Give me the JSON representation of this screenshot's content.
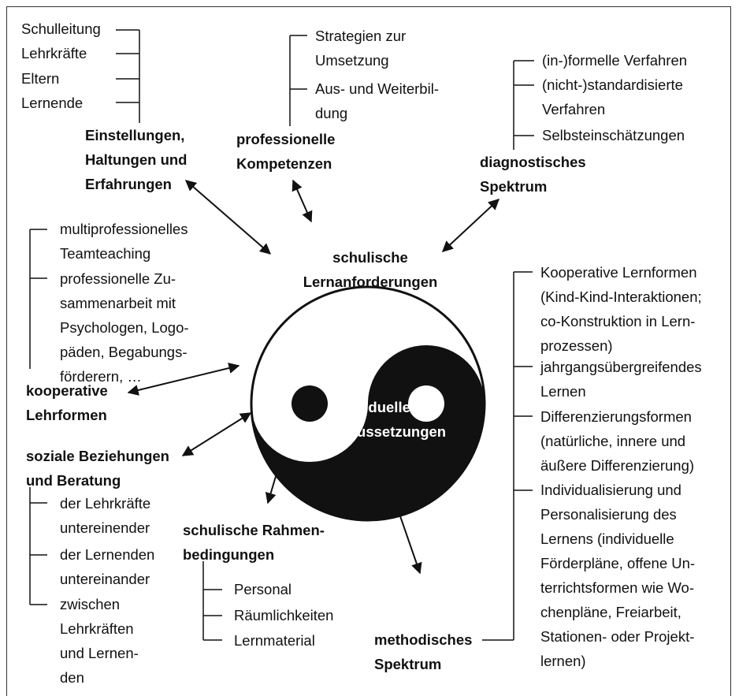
{
  "center": {
    "top_label": "schulische\nLernanforderungen",
    "bottom_label": "individuelle\nLernvoraussetzungen"
  },
  "einstellungen": {
    "items": [
      "Schulleitung",
      "Lehrkräfte",
      "Eltern",
      "Lernende"
    ],
    "title": "Einstellungen,\nHaltungen und\nErfahrungen"
  },
  "kompetenzen": {
    "items": [
      "Strategien zur\nUmsetzung",
      "Aus- und Weiterbil-\ndung"
    ],
    "title": "professionelle\nKompetenzen"
  },
  "diagnostik": {
    "items": [
      "(in-)formelle Verfahren",
      "(nicht-)standardisierte\nVerfahren",
      "Selbsteinschätzungen"
    ],
    "title": "diagnostisches\nSpektrum"
  },
  "lehrformen": {
    "items": [
      "multiprofessionelles\nTeamteaching",
      "professionelle Zu-\nsammenarbeit mit\nPsychologen, Logo-\npäden, Begabungs-\nförderern, …"
    ],
    "title": "kooperative\nLehrformen"
  },
  "beziehungen": {
    "title": "soziale Beziehungen\nund Beratung",
    "items": [
      "der Lehrkräfte\nuntereinender",
      "der Lernenden\nuntereinander",
      "zwischen\nLehrkräften\nund Lernen-\nden"
    ]
  },
  "rahmen": {
    "title": "schulische Rahmen-\nbedingungen",
    "items": [
      "Personal",
      "Räumlichkeiten",
      "Lernmaterial"
    ]
  },
  "methodik": {
    "title": "methodisches\nSpektrum",
    "items": [
      "Kooperative Lernformen\n(Kind-Kind-Interaktionen;\nco-Konstruktion in Lern-\nprozessen)",
      "jahrgangsübergreifendes\nLernen",
      "Differenzierungsformen\n(natürliche, innere und\näußere Differenzierung)",
      "Individualisierung und\nPersonalisierung des\nLernens (individuelle\nFörderpläne, offene Un-\nterrichtsformen wie Wo-\nchenpläne, Freiarbeit,\nStationen- oder Projekt-\nlernen)"
    ]
  },
  "colors": {
    "ink": "#111111",
    "paper": "#ffffff"
  }
}
